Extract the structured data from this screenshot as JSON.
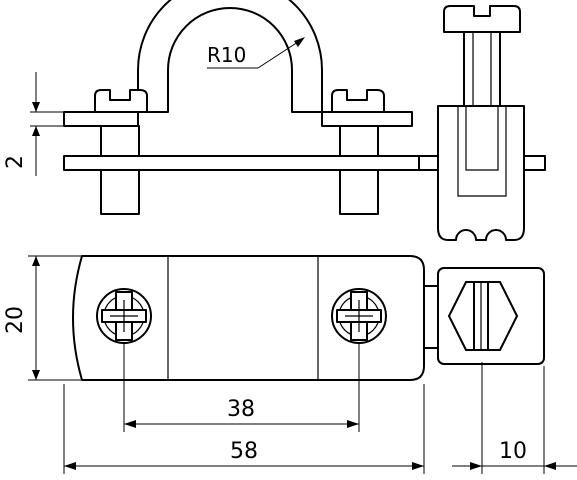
{
  "dimensions": {
    "radius": "R10",
    "thickness": "2",
    "height": "20",
    "hole_spacing": "38",
    "overall_length": "58",
    "clamp_width": "10"
  }
}
